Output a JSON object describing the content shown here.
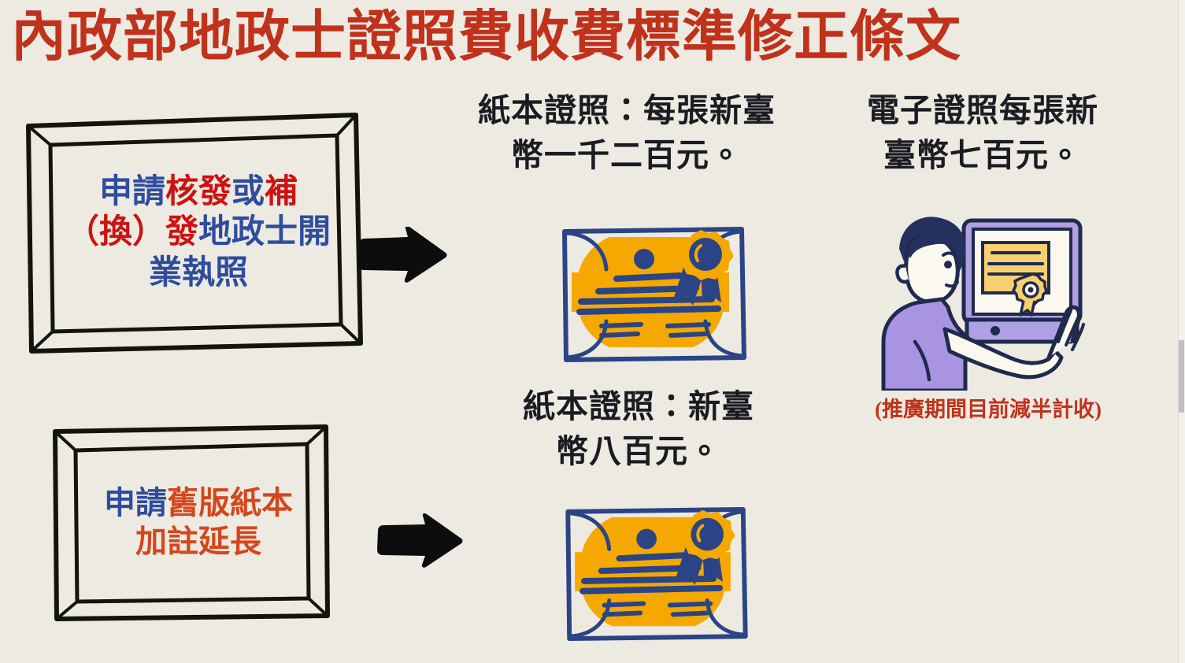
{
  "page": {
    "title": "內政部地政士證照費收費標準修正條文",
    "background_color": "#EDEAE2",
    "title_color": "#C0321B",
    "body_text_color": "#1B1B22"
  },
  "colors": {
    "blue": "#2F4D9E",
    "red": "#CD1212",
    "orange_red": "#D4471D",
    "certificate_fill": "#F5A800",
    "certificate_ink": "#2B4485",
    "screen_purple": "#AFA0E3",
    "shirt_purple": "#A894E0",
    "hair_navy": "#24305E",
    "skin": "#FBF6EA",
    "seal_yellow": "#F6D070",
    "outline_navy": "#1F2A4D"
  },
  "boxes": [
    {
      "name": "application-new-license",
      "lines": [
        [
          {
            "text": "申請",
            "color": "blue"
          },
          {
            "text": "核發",
            "color": "red"
          },
          {
            "text": "或",
            "color": "blue"
          },
          {
            "text": "補",
            "color": "red"
          }
        ],
        [
          {
            "text": "（換）",
            "color": "red"
          },
          {
            "text": "發",
            "color": "red"
          },
          {
            "text": "地政士開",
            "color": "blue"
          }
        ],
        [
          {
            "text": "業執照",
            "color": "blue"
          }
        ]
      ]
    },
    {
      "name": "application-old-paper-extension",
      "lines": [
        [
          {
            "text": "申請",
            "color": "blue"
          },
          {
            "text": "舊版紙本",
            "color": "orange_red"
          }
        ],
        [
          {
            "text": "加註延長",
            "color": "orange_red"
          }
        ]
      ]
    }
  ],
  "outcomes": {
    "paper_new": {
      "line1": "紙本證照：每張新臺",
      "line2": "幣一千二百元。"
    },
    "electronic": {
      "line1": "電子證照每張新",
      "line2": "臺幣七百元。",
      "note": "(推廣期間目前減半計收)"
    },
    "paper_extension": {
      "line1": "紙本證照：新臺",
      "line2": "幣八百元。"
    }
  },
  "icons": {
    "arrow_right": "arrow-right-icon",
    "paper_certificate": "paper-certificate-icon",
    "electronic_certificate": "electronic-certificate-person-icon"
  }
}
